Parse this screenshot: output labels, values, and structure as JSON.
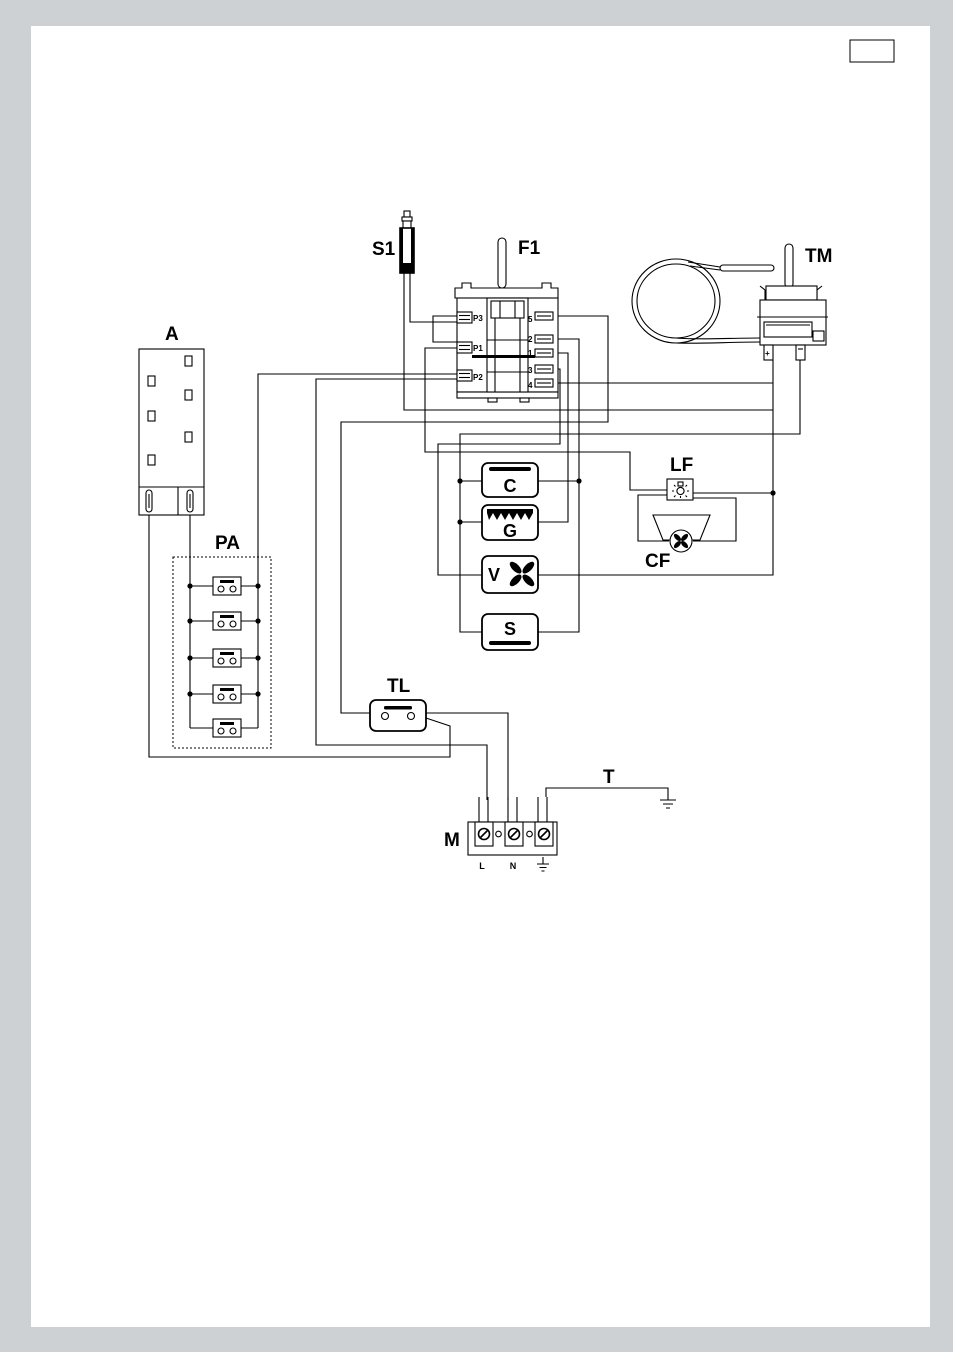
{
  "colors": {
    "frame": "#cdd1d4",
    "page": "#ffffff",
    "ink": "#000000"
  },
  "components": {
    "s1": {
      "label": "S1"
    },
    "f1": {
      "label": "F1",
      "terminals_left": [
        "P3",
        "P1",
        "P2"
      ],
      "terminals_right": [
        "5",
        "2",
        "1",
        "3",
        "4"
      ]
    },
    "tm": {
      "label": "TM"
    },
    "a": {
      "label": "A"
    },
    "pa": {
      "label": "PA"
    },
    "lf": {
      "label": "LF",
      "icon": "lamp-icon"
    },
    "cf": {
      "label": "CF",
      "icon": "fan-icon"
    },
    "c": {
      "label": "C"
    },
    "g": {
      "label": "G"
    },
    "v": {
      "label": "V",
      "icon": "fan-icon"
    },
    "s": {
      "label": "S"
    },
    "tl": {
      "label": "TL"
    },
    "t": {
      "label": "T",
      "icon": "ground-icon"
    },
    "m": {
      "label": "M",
      "terminals": [
        "L",
        "N"
      ],
      "icon": "ground-icon"
    }
  }
}
